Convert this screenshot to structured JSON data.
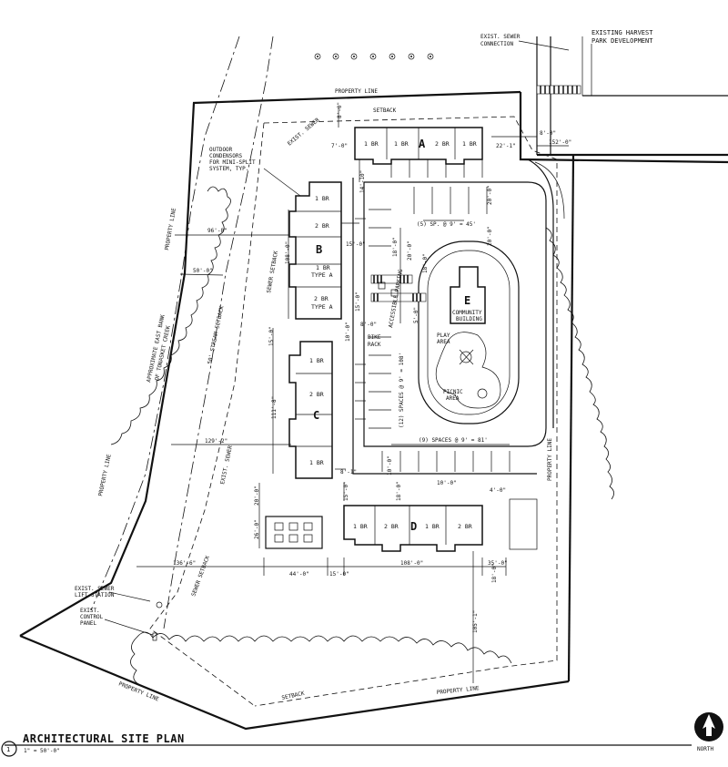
{
  "sheet": {
    "title": "ARCHITECTURAL SITE PLAN",
    "scale": "1\" = 50'-0\"",
    "drawing_number": "1",
    "north_label": "NORTH"
  },
  "callouts": {
    "sewer_connection_line1": "EXIST. SEWER",
    "sewer_connection_line2": "CONNECTION",
    "harvest_line1": "EXISTING HARVEST",
    "harvest_line2": "PARK DEVELOPMENT",
    "property_line_top": "PROPERTY LINE",
    "property_line_left": "PROPERTY LINE",
    "property_line_west": "PROPERTY LINE",
    "property_line_bottom_left": "PROPERTY LINE",
    "property_line_bottom": "PROPERTY LINE",
    "property_line_east": "PROPERTY LINE",
    "setback_top": "SETBACK",
    "setback_bottom": "SETBACK",
    "sewer_setback_1": "SEWER SETBACK",
    "sewer_setback_2": "SEWER SETBACK",
    "exist_sewer_1": "EXIST. SEWER",
    "exist_sewer_2": "EXIST. SEWER",
    "condensors_1": "OUTDOOR",
    "condensors_2": "CONDENSORS",
    "condensors_3": "FOR MINI-SPLIT",
    "condensors_4": "SYSTEM, TYP.",
    "stream_setback": "50' STREAM SETBACK",
    "east_bank_1": "APPROXIMATE EAST BANK",
    "east_bank_2": "OF TONASKET CREEK",
    "lift_station_1": "EXIST. SEWER",
    "lift_station_2": "LIFT STATION",
    "control_panel_1": "EXIST.",
    "control_panel_2": "CONTROL",
    "control_panel_3": "PANEL",
    "bike_rack_1": "BIKE",
    "bike_rack_2": "RACK",
    "accessible_parking": "ACCESSIBLE PARKING",
    "community_building_1": "COMMUNITY",
    "community_building_2": "BUILDING",
    "play_area_1": "PLAY",
    "play_area_2": "AREA",
    "picnic_area_1": "PICNIC",
    "picnic_area_2": "AREA",
    "spaces_12": "(12) SPACES @ 9' = 108'",
    "spaces_9": "(9) SPACES @ 9' = 81'",
    "spaces_5": "(5) SP. @ 9' = 45'"
  },
  "buildings": {
    "a": {
      "letter": "A",
      "units": [
        "1 BR",
        "1 BR",
        "2 BR",
        "1 BR"
      ]
    },
    "b": {
      "letter": "B",
      "units": [
        "1 BR",
        "2 BR",
        "1 BR",
        "TYPE A",
        "2 BR",
        "TYPE A"
      ]
    },
    "c": {
      "letter": "C",
      "units": [
        "1 BR",
        "2 BR",
        "1 BR"
      ]
    },
    "d": {
      "letter": "D",
      "units": [
        "1 BR",
        "2 BR",
        "1 BR",
        "2 BR"
      ]
    },
    "e": {
      "letter": "E"
    }
  },
  "dimensions": {
    "d_96_8": "96'-8\"",
    "d_50_0": "50'-0\"",
    "d_129_2": "129'-2\"",
    "d_136_6": "136'-6\"",
    "d_44_0": "44'-0\"",
    "d_15_0a": "15'-0\"",
    "d_108_0": "108'-0\"",
    "d_35_0": "35'-0\"",
    "d_7_0": "7'-0\"",
    "d_8_0": "8'-0\"",
    "d_22_1": "22'-1\"",
    "d_8_0b": "8'-0\"",
    "d_152_0": "152'-0\"",
    "d_14_10": "14'-10\"",
    "d_15_0b": "15'-0\"",
    "d_108_0b": "108'-0\"",
    "d_15_0c": "15'-0\"",
    "d_111_8": "111'-8\"",
    "d_18_0a": "18'-0\"",
    "d_18_0b": "18'-0\"",
    "d_20_0a": "20'-0\"",
    "d_20_0b": "20'-0\"",
    "d_20_0c": "20'-0\"",
    "d_5_0": "5'-0\"",
    "d_8_0c": "8'-0\"",
    "d_10_0": "10'-0\"",
    "d_4_0": "4'-0\"",
    "d_8_1": "8'-1\"",
    "d_26_0": "26'-0\"",
    "d_20_0d": "20'-0\"",
    "d_10_0b": "10'-0\"",
    "d_18_0c": "18'-0\"",
    "d_105_1": "105'-1\"",
    "d_15_0d": "15'-0\"",
    "d_18_0d": "18'-0\"",
    "d_10_0c": "10'-0\"",
    "d_15_0e": "15'-0\""
  }
}
